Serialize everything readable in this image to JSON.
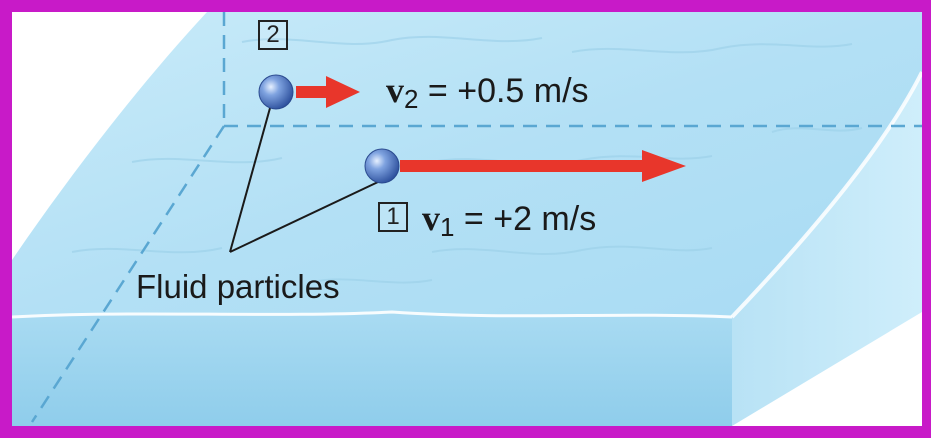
{
  "particle_2": {
    "number": "2"
  },
  "particle_1": {
    "number": "1"
  },
  "velocity_2": {
    "symbol": "v",
    "subscript": "2",
    "value_text": " = +0.5 m/s"
  },
  "velocity_1": {
    "symbol": "v",
    "subscript": "1",
    "value_text": " = +2 m/s"
  },
  "caption": "Fluid particles",
  "colors": {
    "border": "#c81ac8",
    "water_top": "#bfe6f7",
    "water_front": "#9fd5ef",
    "arrow": "#e8362b",
    "particle": "#3f6fc6"
  }
}
